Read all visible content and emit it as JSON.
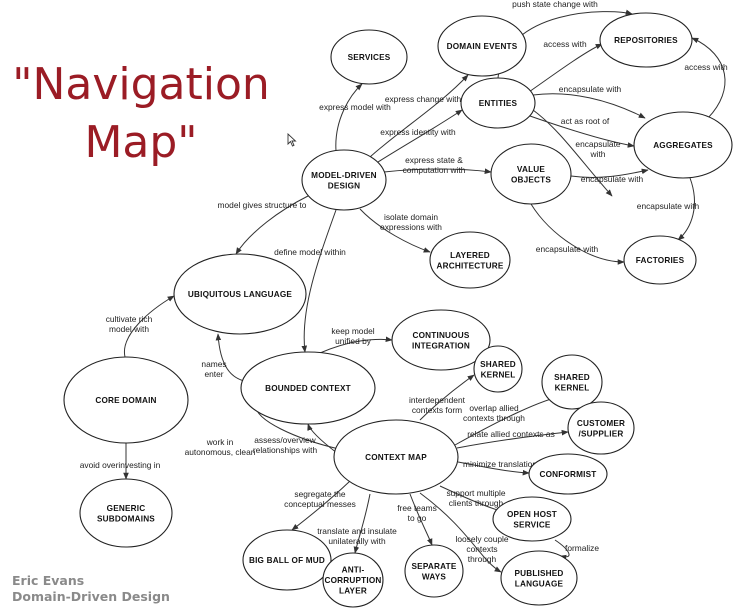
{
  "title": {
    "line1": "\"Navigation",
    "line2": "Map\""
  },
  "credit": {
    "author": "Eric Evans",
    "book": "Domain-Driven Design"
  },
  "nodes": {
    "services": [
      "Services"
    ],
    "domain_events": [
      "Domain Events"
    ],
    "repositories": [
      "Repositories"
    ],
    "entities": [
      "Entities"
    ],
    "aggregates": [
      "Aggregates"
    ],
    "model_driven_design": [
      "Model-Driven",
      "Design"
    ],
    "value_objects": [
      "Value",
      "Objects"
    ],
    "layered_architecture": [
      "Layered",
      "Architecture"
    ],
    "factories": [
      "Factories"
    ],
    "ubiquitous_language": [
      "Ubiquitous Language"
    ],
    "continuous_integration": [
      "Continuous",
      "Integration"
    ],
    "core_domain": [
      "Core Domain"
    ],
    "bounded_context": [
      "Bounded Context"
    ],
    "shared_kernel_1": [
      "Shared",
      "Kernel"
    ],
    "shared_kernel_2": [
      "Shared",
      "Kernel"
    ],
    "customer_supplier": [
      "Customer",
      "/Supplier"
    ],
    "context_map": [
      "Context Map"
    ],
    "conformist": [
      "Conformist"
    ],
    "generic_subdomains": [
      "Generic",
      "Subdomains"
    ],
    "open_host_service": [
      "Open Host",
      "Service"
    ],
    "big_ball_of_mud": [
      "Big Ball of Mud"
    ],
    "anti_corruption_layer": [
      "Anti-",
      "corruption",
      "Layer"
    ],
    "separate_ways": [
      "Separate",
      "Ways"
    ],
    "published_language": [
      "Published",
      "Language"
    ]
  },
  "edges": {
    "push_state_change_with": [
      "push state change with"
    ],
    "access_with_1": [
      "access with"
    ],
    "access_with_2": [
      "access with"
    ],
    "express_model_with": [
      "express model with"
    ],
    "express_change_with": [
      "express change with"
    ],
    "encapsulate_with_1": [
      "encapsulate with"
    ],
    "express_identity_with": [
      "express identity with"
    ],
    "act_as_root_of": [
      "act as root of"
    ],
    "encapsulate_with_2": [
      "encapsulate",
      "with"
    ],
    "express_state": [
      "express state &",
      "computation with"
    ],
    "encapsulate_with_3": [
      "encapsulate with"
    ],
    "encapsulate_with_4": [
      "encapsulate with"
    ],
    "model_gives_structure_to": [
      "model gives structure to"
    ],
    "isolate_domain": [
      "isolate domain",
      "expressions with"
    ],
    "encapsulate_with_5": [
      "encapsulate with"
    ],
    "define_model_within": [
      "define model within"
    ],
    "cultivate_rich_model_with": [
      "cultivate rich",
      "model with"
    ],
    "keep_model_unified_by": [
      "keep model",
      "unified by"
    ],
    "names_enter": [
      "names",
      "enter"
    ],
    "interdependent_contexts_form": [
      "interdependent",
      "contexts form"
    ],
    "overlap_allied": [
      "overlap allied",
      "contexts through"
    ],
    "relate_allied_contexts_as": [
      "relate allied contexts as"
    ],
    "work_in_autonomous": [
      "work in",
      "autonomous, clean"
    ],
    "assess_overview": [
      "assess/overview",
      "relationships with"
    ],
    "avoid_overinvesting_in": [
      "avoid overinvesting in"
    ],
    "minimize_translation": [
      "minimize translation"
    ],
    "segregate": [
      "segregate the",
      "conceptual messes"
    ],
    "free_teams_to_go": [
      "free teams",
      "to go"
    ],
    "support_multiple": [
      "support multiple",
      "clients through"
    ],
    "translate_and_insulate": [
      "translate and insulate",
      "unilaterally with"
    ],
    "loosely_couple": [
      "loosely couple",
      "contexts",
      "through"
    ],
    "formalize": [
      "formalize"
    ]
  },
  "colors": {
    "title": "#9b1c25",
    "credit": "#8a8a8a",
    "stroke": "#222222"
  }
}
